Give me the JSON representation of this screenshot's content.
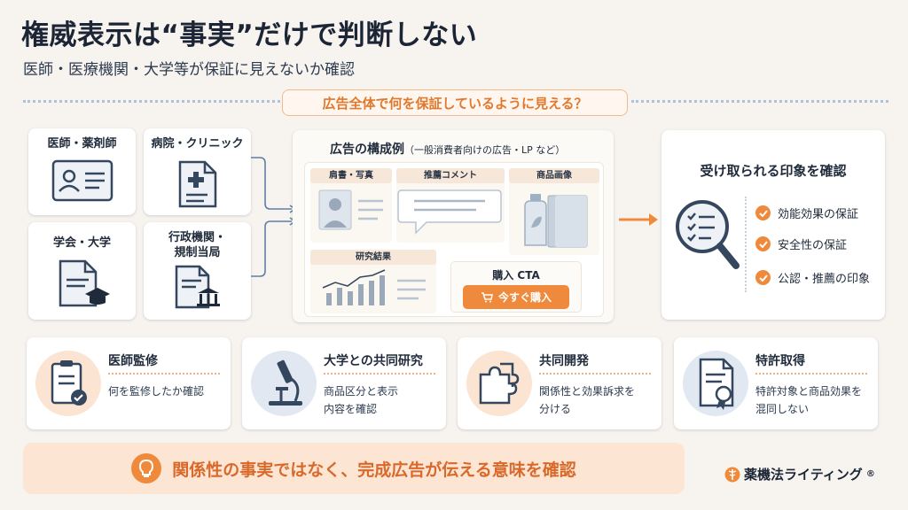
{
  "header": {
    "title": "権威表示は“事実”だけで判断しない",
    "subtitle": "医師・医療機関・大学等が保証に見えないか確認"
  },
  "question": "広告全体で何を保証しているように見える？",
  "sources": [
    {
      "label": "医師・薬剤師",
      "icon": "id-card-icon"
    },
    {
      "label": "病院・クリニック",
      "icon": "medical-document-icon"
    },
    {
      "label": "学会・大学",
      "icon": "academic-document-icon"
    },
    {
      "label": "行政機関・\n規制当局",
      "icon": "government-document-icon"
    }
  ],
  "ad_example": {
    "title": "広告の構成例",
    "title_note": "（一般消費者向けの広告・LP など）",
    "sections": {
      "title_photo": "肩書・写真",
      "recommend": "推薦コメント",
      "product_image": "商品画像",
      "research": "研究結果",
      "cta_label": "購入 CTA",
      "cta_button": "今すぐ購入"
    }
  },
  "impression": {
    "title": "受け取られる印象を確認",
    "items": [
      "効能効果の保証",
      "安全性の保証",
      "公認・推薦の印象"
    ]
  },
  "cases": [
    {
      "title": "医師監修",
      "desc": [
        "何を監修したか確認"
      ],
      "icon": "clipboard-check-icon"
    },
    {
      "title": "大学との共同研究",
      "desc": [
        "商品区分と表示",
        "内容を確認"
      ],
      "icon": "microscope-icon"
    },
    {
      "title": "共同開発",
      "desc": [
        "関係性と効果訴求を",
        "分ける"
      ],
      "icon": "puzzle-icon"
    },
    {
      "title": "特許取得",
      "desc": [
        "特許対象と商品効果を",
        "混同しない"
      ],
      "icon": "certificate-icon"
    }
  ],
  "conclusion": "関係性の事実ではなく、完成広告が伝える意味を確認",
  "brand": {
    "name": "薬機法ライティング",
    "mark": "®"
  },
  "colors": {
    "accent": "#ef8a3c",
    "navy": "#1c2536",
    "light_orange": "#fce5d3",
    "light_blue": "#e1e8f1"
  }
}
